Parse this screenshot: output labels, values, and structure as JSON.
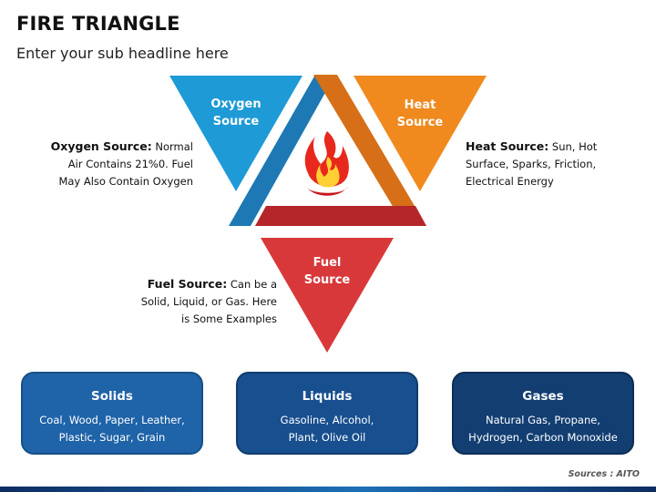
{
  "header": {
    "title": "FIRE TRIANGLE",
    "subtitle": "Enter your sub headline here"
  },
  "triangles": {
    "oxygen": {
      "line1": "Oxygen",
      "line2": "Source",
      "color": "#1e9ad6"
    },
    "heat": {
      "line1": "Heat",
      "line2": "Source",
      "color": "#f08a1f"
    },
    "fuel": {
      "line1": "Fuel",
      "line2": "Source",
      "color": "#d9383a"
    },
    "frame_colors": {
      "left": "#1e78b4",
      "right": "#d66f18",
      "bottom": "#b5262a"
    }
  },
  "descriptions": {
    "oxygen": {
      "label": "Oxygen Source:",
      "text_line1": "Normal",
      "text_line2": "Air Contains 21%0. Fuel",
      "text_line3": "May Also Contain Oxygen"
    },
    "heat": {
      "label": "Heat Source:",
      "text_line1": "Sun, Hot",
      "text_line2": "Surface, Sparks, Friction,",
      "text_line3": "Electrical Energy"
    },
    "fuel": {
      "label": "Fuel Source:",
      "text_line1": "Can be a",
      "text_line2": "Solid, Liquid, or Gas. Here",
      "text_line3": "is Some Examples"
    }
  },
  "fuel_types": [
    {
      "title": "Solids",
      "line1": "Coal, Wood, Paper, Leather,",
      "line2": "Plastic, Sugar, Grain",
      "color": "#1f63a8"
    },
    {
      "title": "Liquids",
      "line1": "Gasoline, Alcohol,",
      "line2": "Plant, Olive Oil",
      "color": "#184f8e"
    },
    {
      "title": "Gases",
      "line1": "Natural Gas, Propane,",
      "line2": "Hydrogen, Carbon Monoxide",
      "color": "#123e72"
    }
  ],
  "footer": {
    "sources": "Sources : AITO"
  },
  "icons": {
    "center": "flame-icon"
  }
}
